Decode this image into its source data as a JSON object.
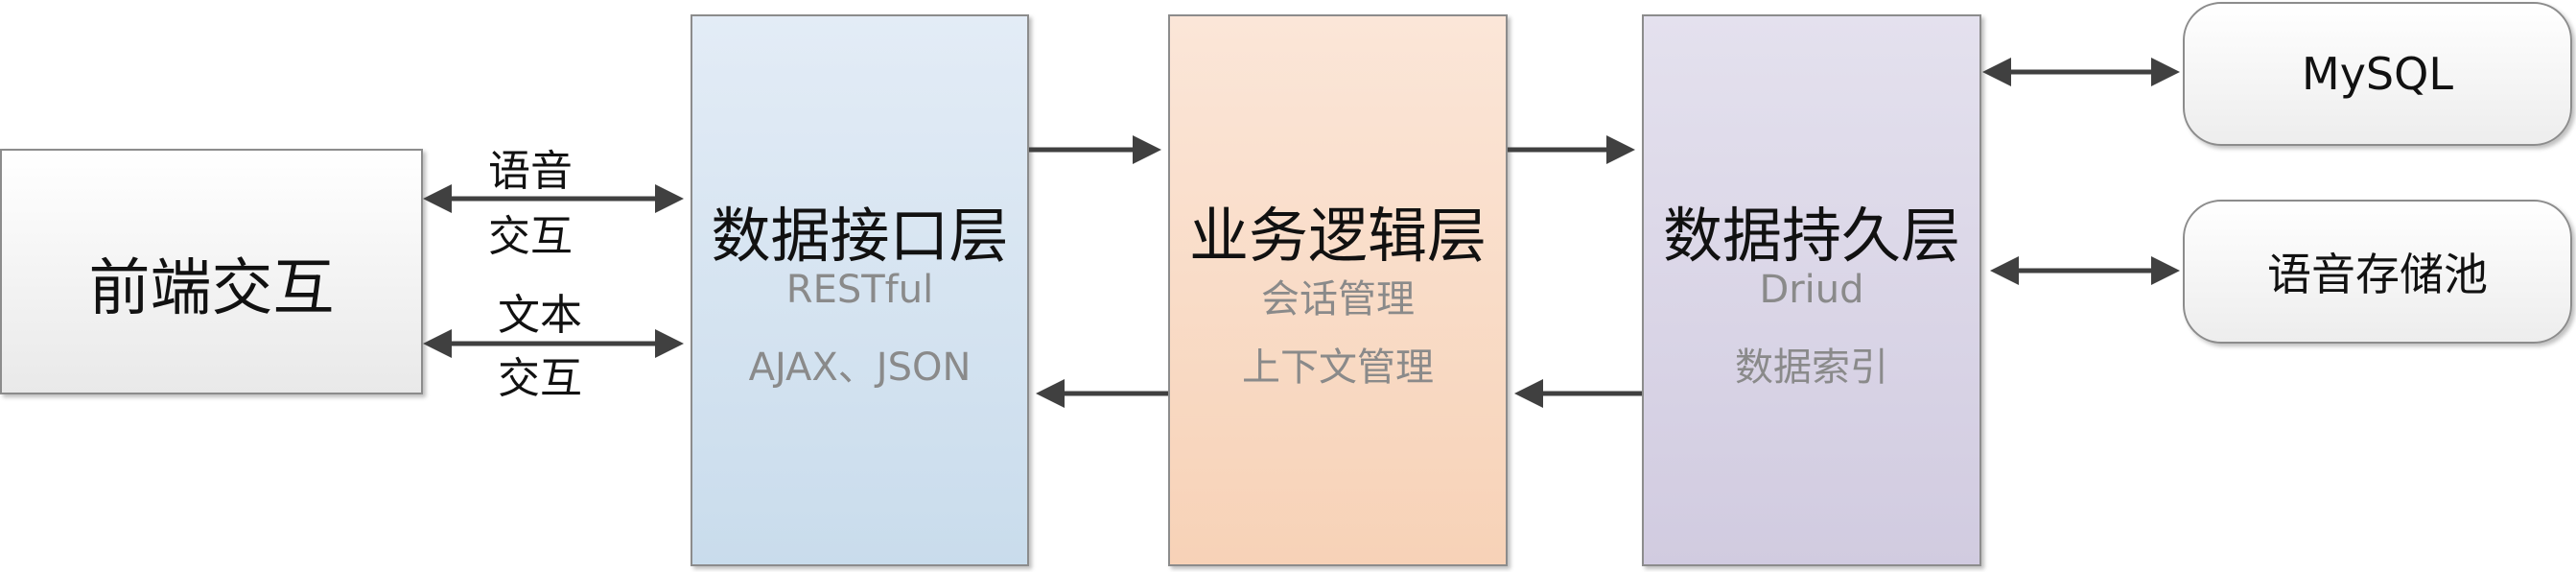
{
  "nodes": {
    "frontend": {
      "title": "前端交互"
    },
    "api": {
      "title": "数据接口层",
      "line1": "RESTful",
      "line2": "AJAX、JSON"
    },
    "biz": {
      "title": "业务逻辑层",
      "line1": "会话管理",
      "line2": "上下文管理"
    },
    "persist": {
      "title": "数据持久层",
      "line1": "Driud",
      "line2": "数据索引"
    },
    "mysql": {
      "title": "MySQL"
    },
    "voice_pool": {
      "title": "语音存储池"
    }
  },
  "edges": {
    "voice_top": "语音",
    "voice_bottom": "交互",
    "text_top": "文本",
    "text_bottom": "交互"
  },
  "colors": {
    "arrow": "#404040",
    "api_fill": "#c9dcec",
    "biz_fill": "#f7d2b7",
    "persist_fill": "#d1cbe0"
  }
}
